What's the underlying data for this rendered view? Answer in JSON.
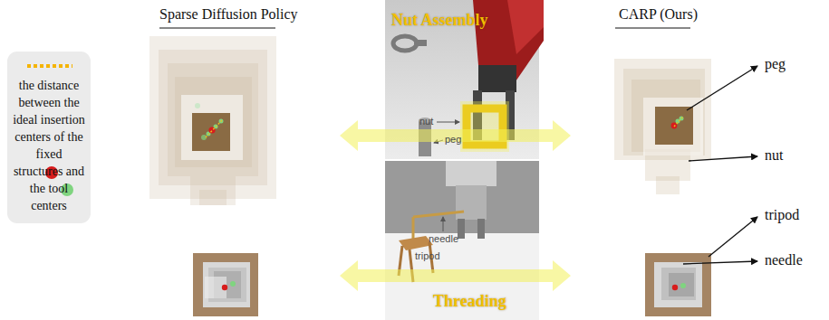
{
  "diagram": {
    "labels": [
      "Sparse Diffusion Policy",
      "CARP (Ours)",
      "Nut Assembly",
      "nut",
      "peg",
      "needle",
      "tripod",
      "Threading",
      "peg",
      "nut",
      "tripod",
      "needle"
    ],
    "legend": [
      {
        "text": "the distance between the ideal insertion centers of the fixed structures and the tool centers"
      }
    ]
  }
}
